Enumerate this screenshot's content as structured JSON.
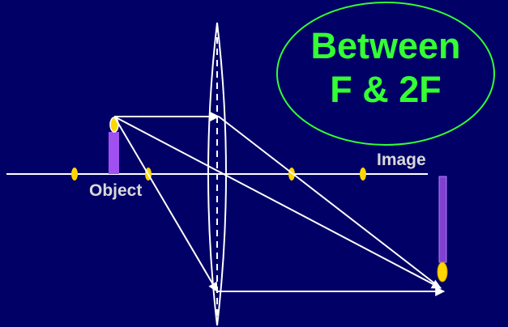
{
  "labels": {
    "object": "Object",
    "image": "Image",
    "callout_line1": "Between",
    "callout_line2": "F & 2F"
  },
  "colors": {
    "background": "#000066",
    "rays": "#ffffff",
    "axis": "#ffffff",
    "focal_points": "#ffd700",
    "object_fill": "#a050f0",
    "image_fill": "#8040d0",
    "callout_border": "#33ff33",
    "callout_text": "#33ff33",
    "label_text": "#d9d9d9"
  }
}
